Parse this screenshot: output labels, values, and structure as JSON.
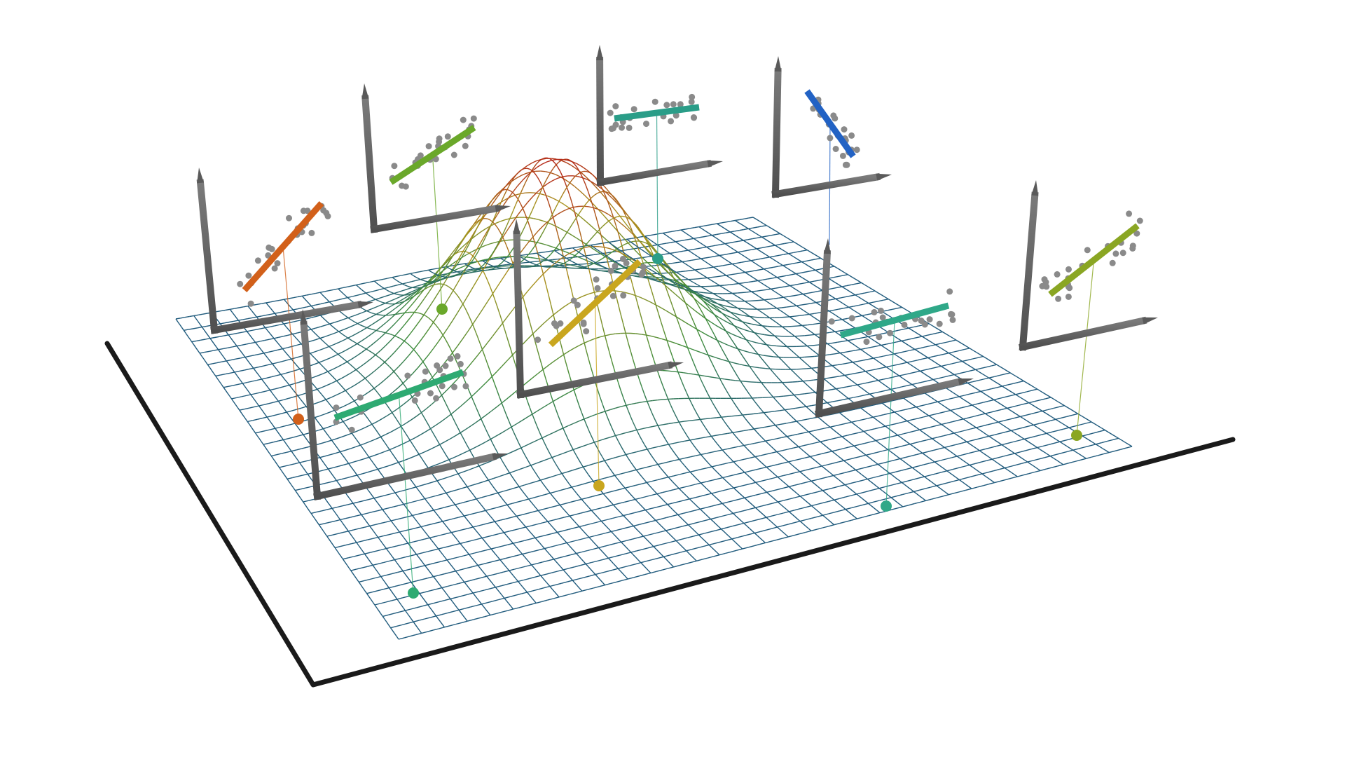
{
  "diagram": {
    "type": "3d-surface-with-local-regressions",
    "surface": {
      "shape": "gaussian-bump",
      "colors": {
        "low": "#1f5a7c",
        "mid": "#3f8d3c",
        "high_mid": "#a8941e",
        "peak": "#b52818"
      }
    },
    "base_plane_color": "#1a1a1a",
    "axis_color": "#5f5f5f",
    "point_color": "#8a8a8a",
    "panels": [
      {
        "name": "orange",
        "color": "#d2601a",
        "slope": "positive"
      },
      {
        "name": "lime",
        "color": "#6aa82a",
        "slope": "positive"
      },
      {
        "name": "teal-back",
        "color": "#2a9d88",
        "slope": "flat"
      },
      {
        "name": "blue",
        "color": "#2262c4",
        "slope": "negative"
      },
      {
        "name": "olive",
        "color": "#8aa623",
        "slope": "positive"
      },
      {
        "name": "teal-right",
        "color": "#2fa888",
        "slope": "slight-positive"
      },
      {
        "name": "gold",
        "color": "#c9a61e",
        "slope": "positive"
      },
      {
        "name": "green-front",
        "color": "#2eaa72",
        "slope": "slight-positive"
      }
    ]
  }
}
